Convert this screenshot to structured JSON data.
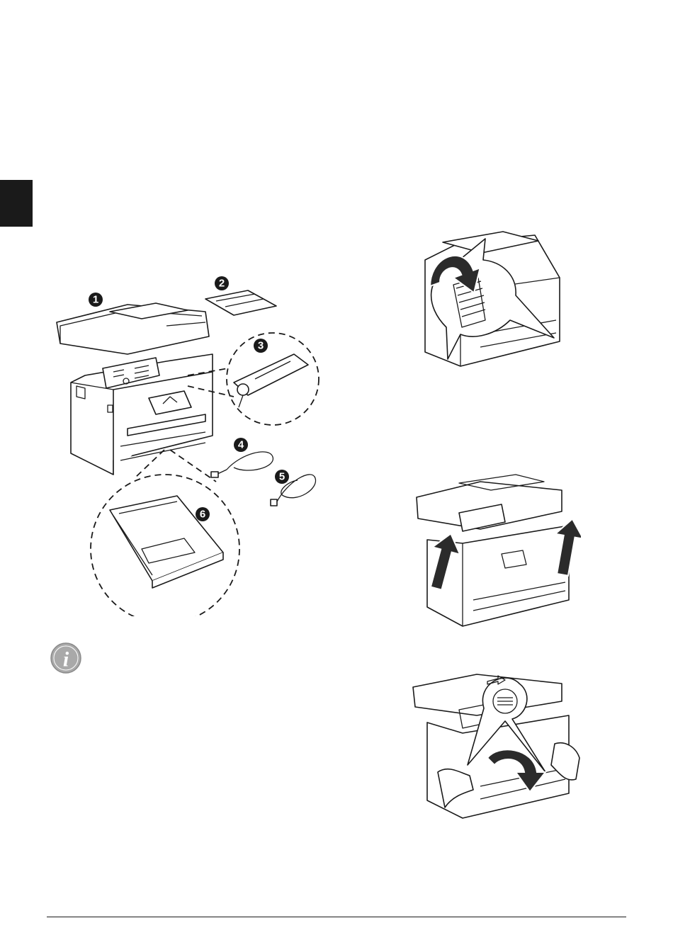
{
  "page": {
    "tab_marker_color": "#1a1a1a"
  },
  "package_contents": {
    "callouts": [
      {
        "number": "1",
        "part": "device"
      },
      {
        "number": "2",
        "part": "document-tray"
      },
      {
        "number": "3",
        "part": "toner-cartridge"
      },
      {
        "number": "4",
        "part": "power-cable"
      },
      {
        "number": "5",
        "part": "telephone-cable"
      },
      {
        "number": "6",
        "part": "paper-tray"
      }
    ]
  },
  "note": {
    "icon": "info-icon",
    "icon_glyph": "i",
    "icon_color": "#a9a9a9"
  },
  "steps": [
    {
      "name": "remove-packaging",
      "icon": "curved-arrow-icon"
    },
    {
      "name": "lift-scanner-unit",
      "icon": "up-arrow-icon"
    },
    {
      "name": "open-cover",
      "icon": "down-curved-arrow-icon"
    }
  ]
}
